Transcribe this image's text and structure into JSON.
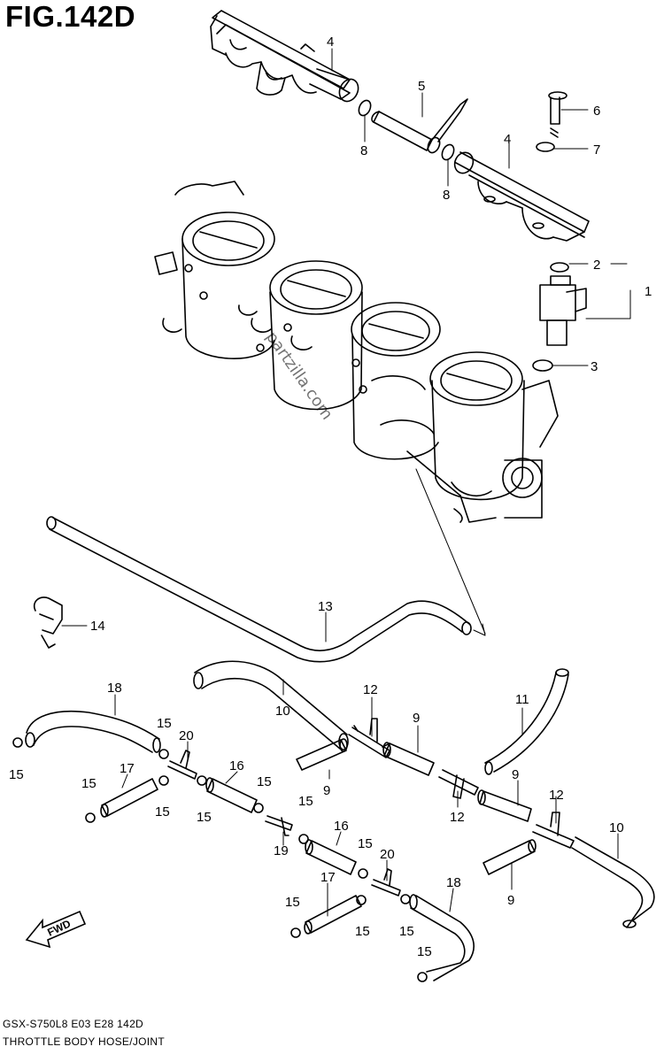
{
  "figure": {
    "title": "FIG.142D",
    "model_code": "GSX-S750L8  E03  E28  142D",
    "description": "THROTTLE BODY HOSE/JOINT"
  },
  "watermark": "partzilla.com",
  "callouts": {
    "c1": "1",
    "c2": "2",
    "c3": "3",
    "c4a": "4",
    "c4b": "4",
    "c5": "5",
    "c6": "6",
    "c7": "7",
    "c8a": "8",
    "c8b": "8",
    "c9a": "9",
    "c9b": "9",
    "c9c": "9",
    "c9d": "9",
    "c10a": "10",
    "c10b": "10",
    "c11": "11",
    "c12a": "12",
    "c12b": "12",
    "c12c": "12",
    "c13": "13",
    "c14": "14",
    "c15a": "15",
    "c15b": "15",
    "c15c": "15",
    "c15d": "15",
    "c15e": "15",
    "c15f": "15",
    "c15g": "15",
    "c15h": "15",
    "c15i": "15",
    "c15j": "15",
    "c15k": "15",
    "c15l": "15",
    "c16a": "16",
    "c16b": "16",
    "c17a": "17",
    "c17b": "17",
    "c18a": "18",
    "c18b": "18",
    "c19": "19",
    "c20a": "20",
    "c20b": "20"
  },
  "fwd_label": "FWD"
}
